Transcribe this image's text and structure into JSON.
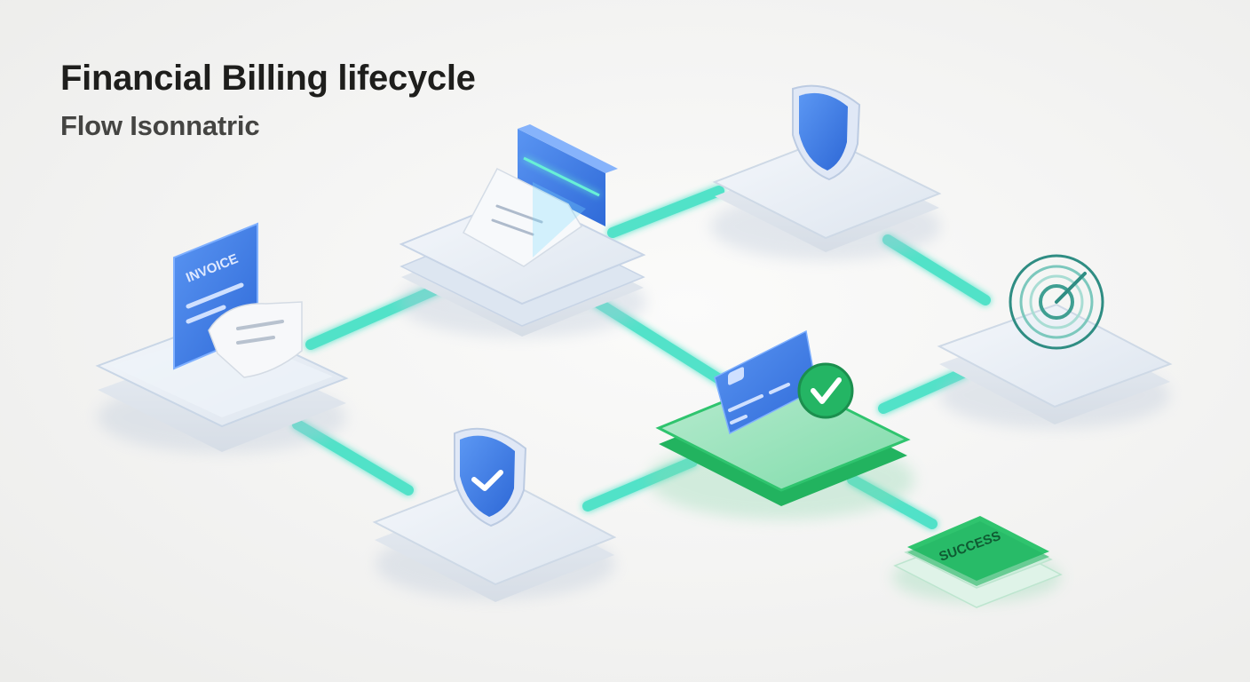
{
  "title": "Financial Billing lifecycle",
  "subtitle": "Flow Isonnatric",
  "nodes": {
    "invoice": {
      "icon": "invoice-icon",
      "label": "INVOICE"
    },
    "receipt_printer": {
      "icon": "receipt-printer-icon"
    },
    "security_shield": {
      "icon": "shield-icon"
    },
    "verification_shield": {
      "icon": "shield-check-icon"
    },
    "card_payment": {
      "icon": "credit-card-check-icon"
    },
    "target": {
      "icon": "target-icon"
    },
    "success": {
      "label": "SUCCESS"
    }
  },
  "colors": {
    "connector": "#3fe0c4",
    "accent_blue": "#3d7de8",
    "success_green": "#2fc46e",
    "platform": "#e9eef4"
  }
}
